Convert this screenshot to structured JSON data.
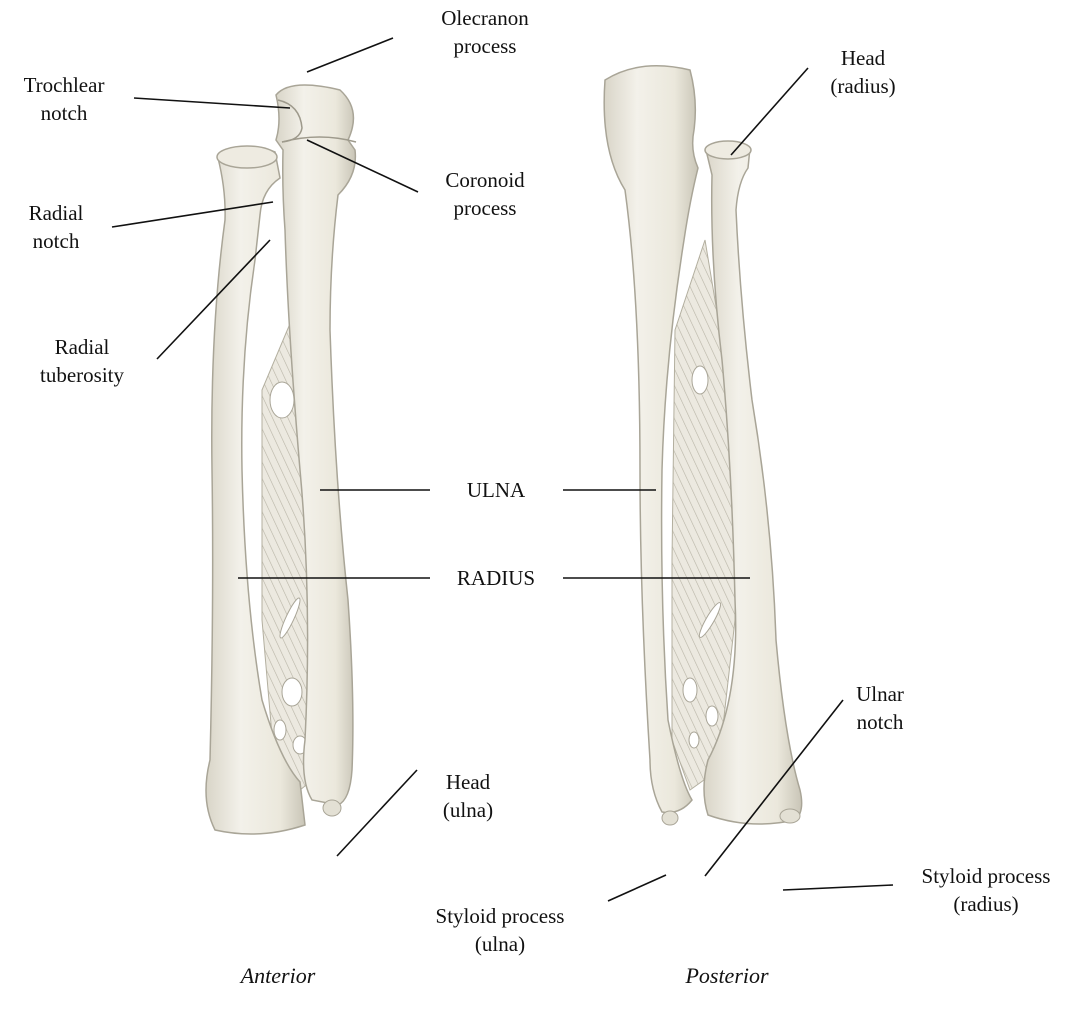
{
  "labels": {
    "olecranon": [
      "Olecranon",
      "process"
    ],
    "trochlear": [
      "Trochlear",
      "notch"
    ],
    "coronoid": [
      "Coronoid",
      "process"
    ],
    "radial_notch": [
      "Radial",
      "notch"
    ],
    "radial_tuberosity": [
      "Radial",
      "tuberosity"
    ],
    "ulna": "ULNA",
    "radius": "RADIUS",
    "head_ulna": [
      "Head",
      "(ulna)"
    ],
    "head_radius": [
      "Head",
      "(radius)"
    ],
    "ulnar_notch": [
      "Ulnar",
      "notch"
    ],
    "styloid_ulna": [
      "Styloid process",
      "(ulna)"
    ],
    "styloid_radius": [
      "Styloid process",
      "(radius)"
    ]
  },
  "views": {
    "anterior": "Anterior",
    "posterior": "Posterior"
  },
  "colors": {
    "bone": "#ebe8dc",
    "bone_shadow": "#cfcbbd",
    "outline": "#a9a597",
    "leader": "#111111",
    "text": "#111111"
  }
}
